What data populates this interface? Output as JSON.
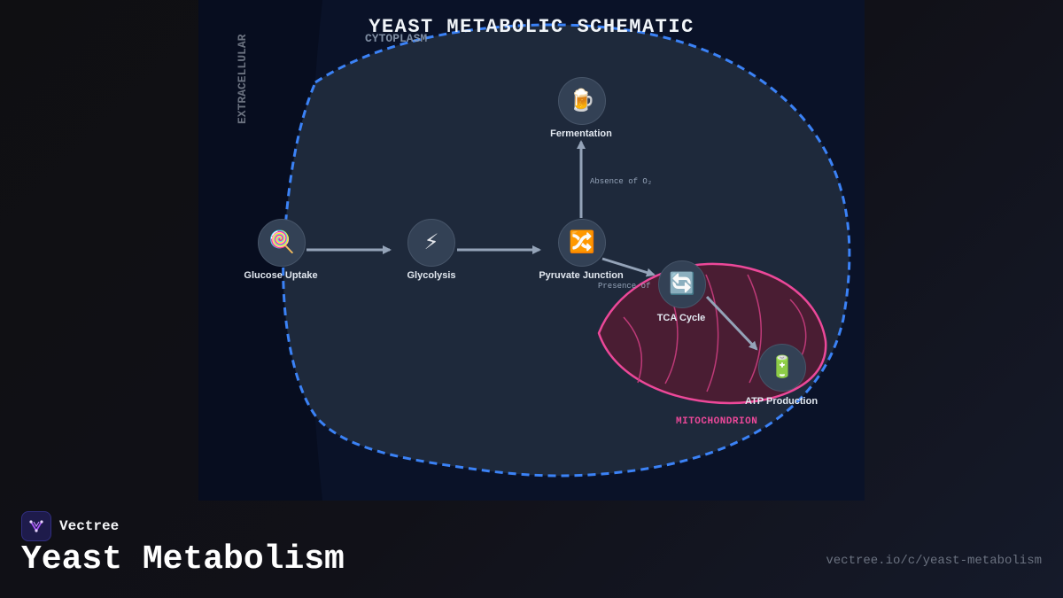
{
  "diagram": {
    "title": "YEAST METABOLIC SCHEMATIC",
    "regions": {
      "extracellular": "EXTRACELLULAR",
      "cytoplasm": "CYTOPLASM",
      "mitochondrion": "MITOCHONDRION"
    },
    "nodes": [
      {
        "id": "glucose-uptake",
        "label": "Glucose Uptake",
        "icon": "lollipop-icon",
        "glyph": "🍭"
      },
      {
        "id": "glycolysis",
        "label": "Glycolysis",
        "icon": "lightning-icon",
        "glyph": "⚡"
      },
      {
        "id": "pyruvate-junction",
        "label": "Pyruvate Junction",
        "icon": "shuffle-icon",
        "glyph": "🔀"
      },
      {
        "id": "fermentation",
        "label": "Fermentation",
        "icon": "beer-mug-icon",
        "glyph": "🍺"
      },
      {
        "id": "tca-cycle",
        "label": "TCA Cycle",
        "icon": "cycle-arrows-icon",
        "glyph": "🔄"
      },
      {
        "id": "atp-production",
        "label": "ATP Production",
        "icon": "battery-icon",
        "glyph": "🔋"
      }
    ],
    "conditions": {
      "anaerobic": "Absence of O₂",
      "aerobic": "Presence of"
    },
    "colors": {
      "cell_membrane": "#3b82f6",
      "mitochondrion": "#ec4899",
      "node_fill": "#334155",
      "arrow": "#94a3b8"
    }
  },
  "footer": {
    "brand": "Vectree",
    "title": "Yeast Metabolism",
    "url": "vectree.io/c/yeast-metabolism"
  }
}
